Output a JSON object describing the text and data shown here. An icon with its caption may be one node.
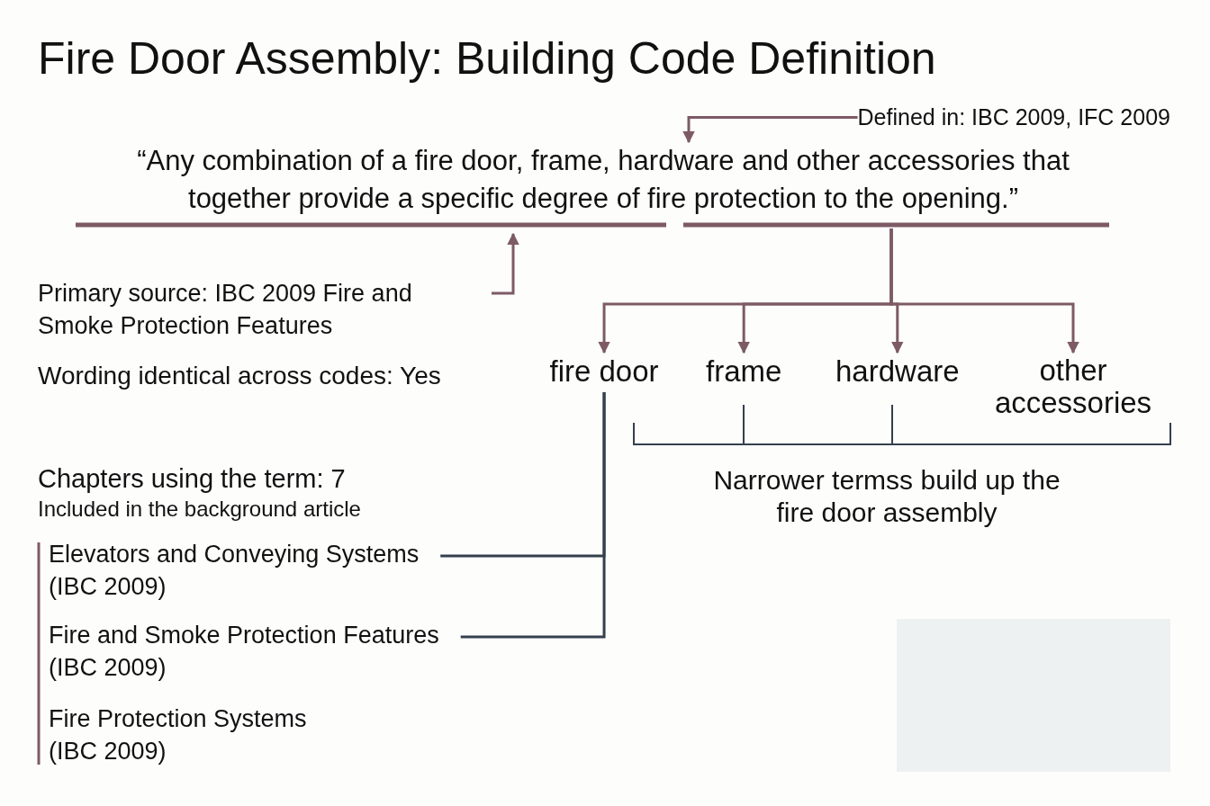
{
  "diagram": {
    "title": "Fire Door Assembly: Building Code Definition",
    "nodes": [
      {
        "text": [
          "“Any combination of a fire door, frame, hardware and other accessories that together provide a specific degree of fire protection to the opening.”"
        ]
      },
      {
        "text": [
          "Defined in: IBC 2009, IFC 2009"
        ]
      },
      {
        "text": [
          "Primary source: IBC 2009 Fire and Smoke Protection Features"
        ]
      },
      {
        "text": [
          "fire door"
        ]
      },
      {
        "text": [
          "frame"
        ]
      },
      {
        "text": [
          "hardware"
        ]
      },
      {
        "text": [
          "other accessories"
        ]
      },
      {
        "text": [
          "Elevators and Conveying Systems",
          "(IBC 2009)"
        ]
      },
      {
        "text": [
          "Fire and Smoke Protection Features",
          "(IBC 2009)"
        ]
      },
      {
        "text": [
          "Fire Protection Systems",
          "(IBC 2009)"
        ]
      }
    ],
    "edges": [
      {
        "from": 1,
        "to": 0,
        "arrow": "to"
      },
      {
        "from": 2,
        "to": 0,
        "arrow": "to"
      },
      {
        "from": 0,
        "to": 3,
        "arrow": "to"
      },
      {
        "from": 0,
        "to": 4,
        "arrow": "to"
      },
      {
        "from": 0,
        "to": 5,
        "arrow": "to"
      },
      {
        "from": 0,
        "to": 6,
        "arrow": "to"
      },
      {
        "from": 3,
        "to": 7,
        "arrow": "none",
        "color": "#34404d"
      },
      {
        "from": 3,
        "to": 8,
        "arrow": "none",
        "color": "#34404d"
      }
    ],
    "labels": [
      "Wording identical across codes: Yes",
      "Narrower termss build up the fire door assembly",
      "Chapters using the term: 7",
      "Included in the background article"
    ]
  }
}
